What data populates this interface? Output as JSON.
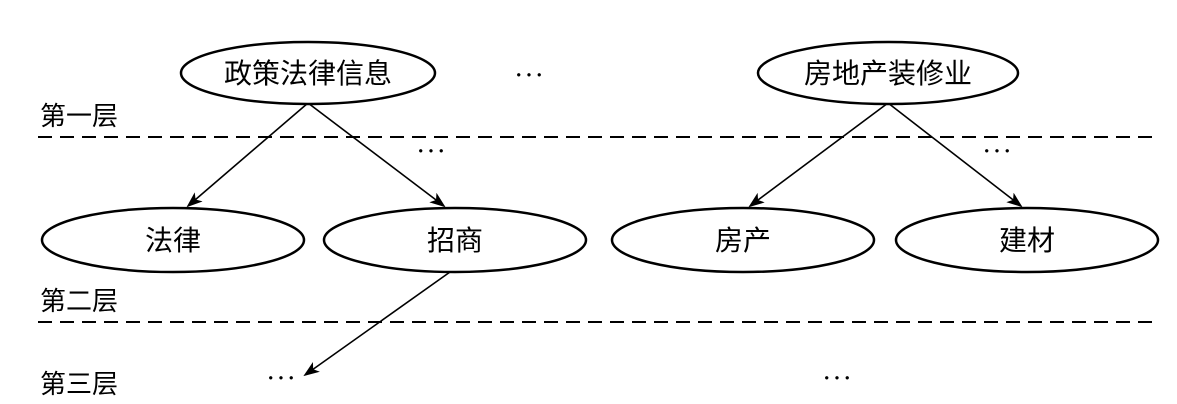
{
  "layers": {
    "first": "第一层",
    "second": "第二层",
    "third": "第三层"
  },
  "nodes": {
    "policy_law_info": "政策法律信息",
    "real_estate_decoration": "房地产装修业",
    "law": "法律",
    "investment": "招商",
    "property": "房产",
    "building_materials": "建材"
  },
  "ellipsis": "···"
}
